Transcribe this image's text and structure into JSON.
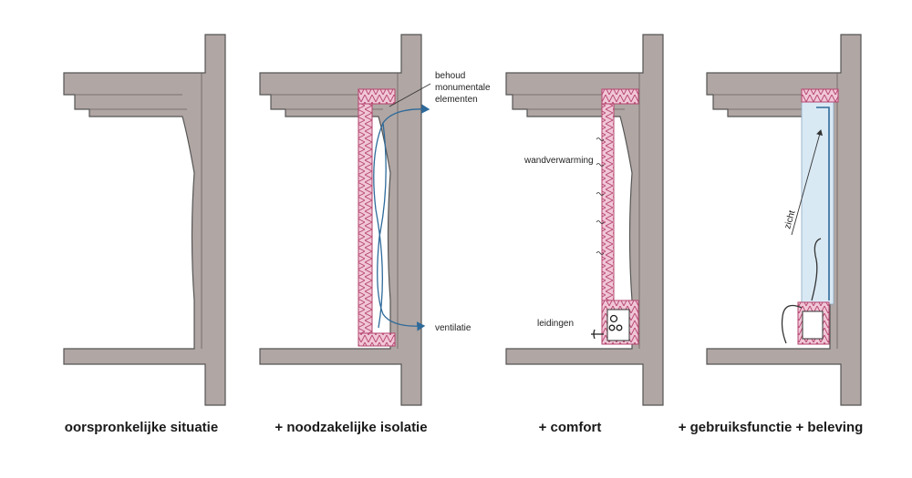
{
  "colors": {
    "wall": "#b0a6a3",
    "outline": "#555555",
    "insulation": "#f0c6d6",
    "insulation_edge": "#b5446e",
    "airflow": "#2e6a9a",
    "glass": "#d9e9f4"
  },
  "panels": [
    {
      "caption": "oorspronkelijke situatie",
      "notes": []
    },
    {
      "caption": "+ noodzakelijke isolatie",
      "notes": [
        "behoud",
        "monumentale",
        "elementen",
        "ventilatie"
      ]
    },
    {
      "caption": "+ comfort",
      "notes": [
        "wandverwarming",
        "leidingen"
      ]
    },
    {
      "caption": "+ gebruiksfunctie  + beleving",
      "notes": [
        "zicht"
      ]
    }
  ]
}
